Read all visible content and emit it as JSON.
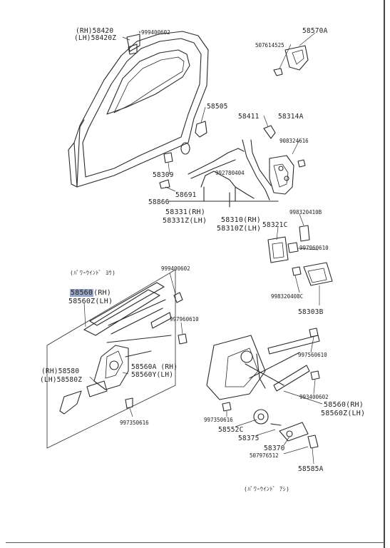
{
  "labels": {
    "rh_58420": "(RH)58420",
    "lh_58420z": "(LH)58420Z",
    "p_999400602_top": "999400602",
    "p_58570a": "58570A",
    "p_507614525": "507614525",
    "p_58505": "58505",
    "p_58411": "58411",
    "p_58314a": "58314A",
    "p_908324616": "908324616",
    "p_58309": "58309",
    "p_992780404": "992780404",
    "p_58691": "58691",
    "p_58866": "58866",
    "p_58331_rh": "58331(RH)",
    "p_58331z_lh": "58331Z(LH)",
    "p_58310_rh": "58310(RH)",
    "p_58310z_lh": "58310Z(LH)",
    "p_998320410b": "998320410B",
    "p_58321c": "58321C",
    "p_997960610_right": "997960610",
    "p_998320408c": "998320408C",
    "p_58303b": "58303B",
    "note_power_window_1": "(ﾊﾟﾜｰｳｲﾝﾄﾞ ﾖｳ)",
    "p_999400602_mid": "999400602",
    "p_58560_hl": "58560",
    "p_58560_rh_suffix": "(RH)",
    "p_58560z_lh": "58560Z(LH)",
    "p_997960610_left": "997960610",
    "p_58580_rh": "(RH)58580",
    "p_58580z_lh": "(LH)58580Z",
    "p_58560a_rh": "58560A (RH)",
    "p_58560y_lh": "58560Y(LH)",
    "p_997350616_left": "997350616",
    "p_997560610": "997560610",
    "p_993400602": "993400602",
    "p_58560_rh_right": "58560(RH)",
    "p_58560z_lh_right": "58560Z(LH)",
    "p_997350616_right": "997350616",
    "p_58552c": "58552C",
    "p_58375": "58375",
    "p_58370": "58370",
    "p_507976512": "507976512",
    "p_58585a": "58585A",
    "note_power_window_2": "(ﾊﾟﾜｰｳｲﾝﾄﾞ ｱｼ)"
  }
}
